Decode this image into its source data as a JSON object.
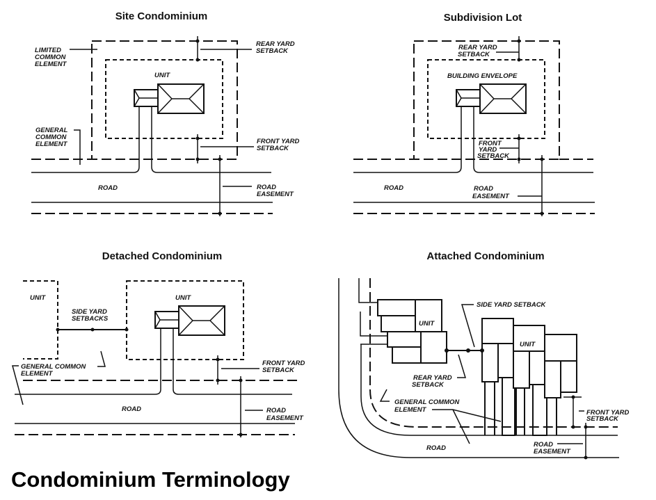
{
  "page_title": "Condominium Terminology",
  "panels": {
    "site": {
      "title": "Site Condominium",
      "labels": {
        "limited": [
          "LIMITED",
          "COMMON",
          "ELEMENT"
        ],
        "rear": [
          "REAR YARD",
          "SETBACK"
        ],
        "unit": "UNIT",
        "general": [
          "GENERAL",
          "COMMON",
          "ELEMENT"
        ],
        "front": [
          "FRONT YARD",
          "SETBACK"
        ],
        "road": "ROAD",
        "easement": [
          "ROAD",
          "EASEMENT"
        ]
      }
    },
    "subdivision": {
      "title": "Subdivision Lot",
      "labels": {
        "rear": [
          "REAR YARD",
          "SETBACK"
        ],
        "envelope": "BUILDING ENVELOPE",
        "front": [
          "FRONT",
          "YARD",
          "SETBACK"
        ],
        "road": "ROAD",
        "easement": [
          "ROAD",
          "EASEMENT"
        ]
      }
    },
    "detached": {
      "title": "Detached Condominium",
      "labels": {
        "unit_left": "UNIT",
        "unit_right": "UNIT",
        "side": [
          "SIDE YARD",
          "SETBACKS"
        ],
        "general": [
          "GENERAL COMMON",
          "ELEMENT"
        ],
        "front": [
          "FRONT YARD",
          "SETBACK"
        ],
        "road": "ROAD",
        "easement": [
          "ROAD",
          "EASEMENT"
        ]
      }
    },
    "attached": {
      "title": "Attached Condominium",
      "labels": {
        "side": "SIDE YARD SETBACK",
        "unit_left": "UNIT",
        "unit_right": "UNIT",
        "rear": [
          "REAR YARD",
          "SETBACK"
        ],
        "general": [
          "GENERAL COMMON",
          "ELEMENT"
        ],
        "front": [
          "FRONT YARD",
          "SETBACK"
        ],
        "road": "ROAD",
        "easement": [
          "ROAD",
          "EASEMENT"
        ]
      }
    }
  }
}
